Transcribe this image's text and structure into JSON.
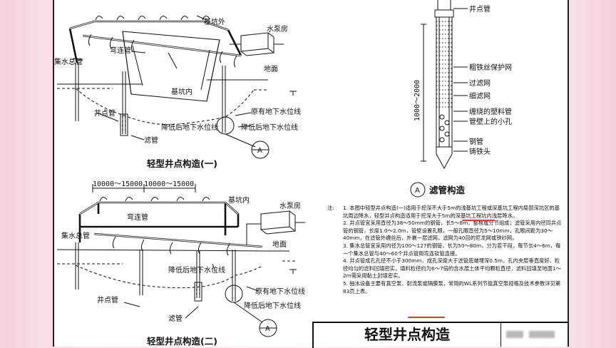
{
  "fig1": {
    "caption": "轻型井点构造(一)",
    "labels": {
      "outside_pit": "基坑外",
      "pump_house": "水泵房",
      "elbow_pipe": "弯连管",
      "header_pipe": "集水总管",
      "ground": "地面",
      "inside_pit": "基坑内",
      "well_pipe": "井点管",
      "orig_water": "原有地下水位线",
      "lowered_water": "降低后地下水位线",
      "filter_pipe": "滤管"
    },
    "detail_marker": "A"
  },
  "fig2": {
    "caption": "轻型井点构造(二)",
    "dims": [
      "10000～15000",
      "10000～15000"
    ],
    "labels": {
      "inside_pit": "基坑内",
      "pump_house": "水泵房",
      "elbow_pipe": "弯连管",
      "header_pipe": "集水总管",
      "ground": "地面",
      "lowered_water": "降低后地下水位线",
      "well_pipe": "井点管",
      "orig_water": "原有地下水位线",
      "lowered_water_2": "降低后地下水位线",
      "filter_pipe": "滤管"
    },
    "detail_marker": "A"
  },
  "detailA": {
    "labels": {
      "well_pipe": "井点管",
      "coarse_mesh": "粗铁丝保护网",
      "filter_mesh": "过滤网",
      "fine_mesh": "细滤网",
      "spiral_pipe": "缠绕的塑料管",
      "wall_holes": "管壁上的小孔",
      "steel_pipe": "钢管",
      "cast_head": "铸铁头"
    },
    "dimension": "1000～2000",
    "marker": "A",
    "caption": "滤管构造"
  },
  "notes": {
    "head": "注:",
    "items": [
      "1. 本图中轻型井点构造(一)适用于挖深不大于5m的浅基坑工程或深基坑工程内局部深坑区的基坑周边降水，轻型井点构造适用于挖深大于5m的深基坑工程坑内浅层降水。",
      "2. 井点管宜采用直径为38～50mm的钢管，长5～8m，整根或分节组成；滤管采用内径同井点管的钢管，长度1.0～2.0m，管壁设置孔眼，一般孔眼直径为5～10mm，孔眼间距为30～40mm，在滤管外缠丝后，外襄一层滤网，滤网为40目的尼龙网或铁纱网。",
      "3. 集水总管宜采用内径为100～127的钢管，长为50～80m，分为若干段，每节长4～6m，每一个集水总管与40～60个井点管用弯连软管连接。",
      "4. 井点管成孔孔径不小于300mm，成孔深度大于滤管底端埋深0.5m，孔内夹层垂直度好、粒径均匀的滤料回填密实，填料粒径约为6～7倍的含水层土体平均颗粒直径，滤料回填至地面1～2m需采用黏土封填密实。",
      "5. 抽水设备主要有真空泵、射流泵或隔膜泵，常用的WL系列节能真空泵规格及技术参数详见第83页上表。"
    ]
  },
  "title_block": {
    "title": "轻型井点构造"
  }
}
